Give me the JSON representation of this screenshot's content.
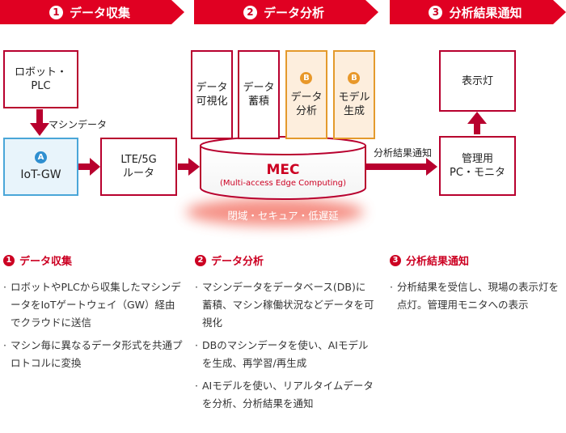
{
  "steps": [
    {
      "num": "1",
      "title": "データ収集"
    },
    {
      "num": "2",
      "title": "データ分析"
    },
    {
      "num": "3",
      "title": "分析結果通知"
    }
  ],
  "nodes": {
    "robot": "ロボット・\nPLC",
    "iot_gw": {
      "tag": "A",
      "label": "IoT-GW"
    },
    "router": "LTE/5G\nルータ",
    "data_vis": "データ\n可視化",
    "data_store": "データ\n蓄積",
    "data_analysis": {
      "tag": "B",
      "label": "データ\n分析"
    },
    "model_gen": {
      "tag": "B",
      "label": "モデル\n生成"
    },
    "mec": {
      "title": "MEC",
      "subtitle": "(Multi-access Edge Computing)",
      "glow": "閉域・セキュア・低遅延"
    },
    "lamp": "表示灯",
    "mgmt_pc": "管理用\nPC・モニタ"
  },
  "edges": {
    "machine_data": "マシンデータ",
    "analysis_notice": "分析結果通知"
  },
  "sections": [
    {
      "num": "1",
      "title": "データ収集",
      "bullets": [
        "ロボットやPLCから収集したマシンデータをIoTゲートウェイ（GW）経由でクラウドに送信",
        "マシン毎に異なるデータ形式を共通プロトコルに変換"
      ]
    },
    {
      "num": "2",
      "title": "データ分析",
      "bullets": [
        "マシンデータをデータベース(DB)に蓄積、マシン稼働状況などデータを可視化",
        "DBのマシンデータを使い、AIモデルを生成、再学習/再生成",
        "AIモデルを使い、リアルタイムデータを分析、分析結果を通知"
      ]
    },
    {
      "num": "3",
      "title": "分析結果通知",
      "bullets": [
        "分析結果を受信し、現場の表示灯を点灯。管理用モニタへの表示"
      ]
    }
  ],
  "colors": {
    "brand_red": "#cc0022",
    "box_red": "#b8002e",
    "blue": "#4aa6d8",
    "orange": "#e49a2c"
  }
}
